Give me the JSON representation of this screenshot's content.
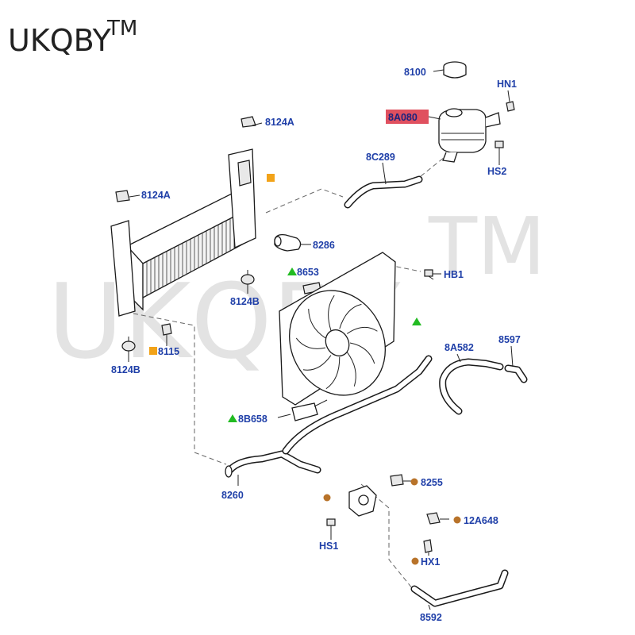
{
  "brand": {
    "name": "UKQBY",
    "mark": "TM"
  },
  "watermark": {
    "name": "UKQBY",
    "mark": "TM"
  },
  "colors": {
    "label": "#1f3fa8",
    "highlight": "#e0505f",
    "marker_green": "#22bb22",
    "marker_orange": "#f2a319",
    "marker_brown": "#b8732a"
  },
  "labels": {
    "p8100": "8100",
    "hn1": "HN1",
    "p8a080": "8A080",
    "hs2": "HS2",
    "p8c289": "8C289",
    "p8124a_top": "8124A",
    "p8124a_left": "8124A",
    "p8286": "8286",
    "p8653": "8653",
    "hb1": "HB1",
    "p8124b_mid": "8124B",
    "p8115": "8115",
    "p8124b_low": "8124B",
    "p8a582": "8A582",
    "p8597": "8597",
    "p8b658": "8B658",
    "p8255": "8255",
    "p8260": "8260",
    "p12a648": "12A648",
    "hs1": "HS1",
    "hx1": "HX1",
    "p8592": "8592"
  }
}
